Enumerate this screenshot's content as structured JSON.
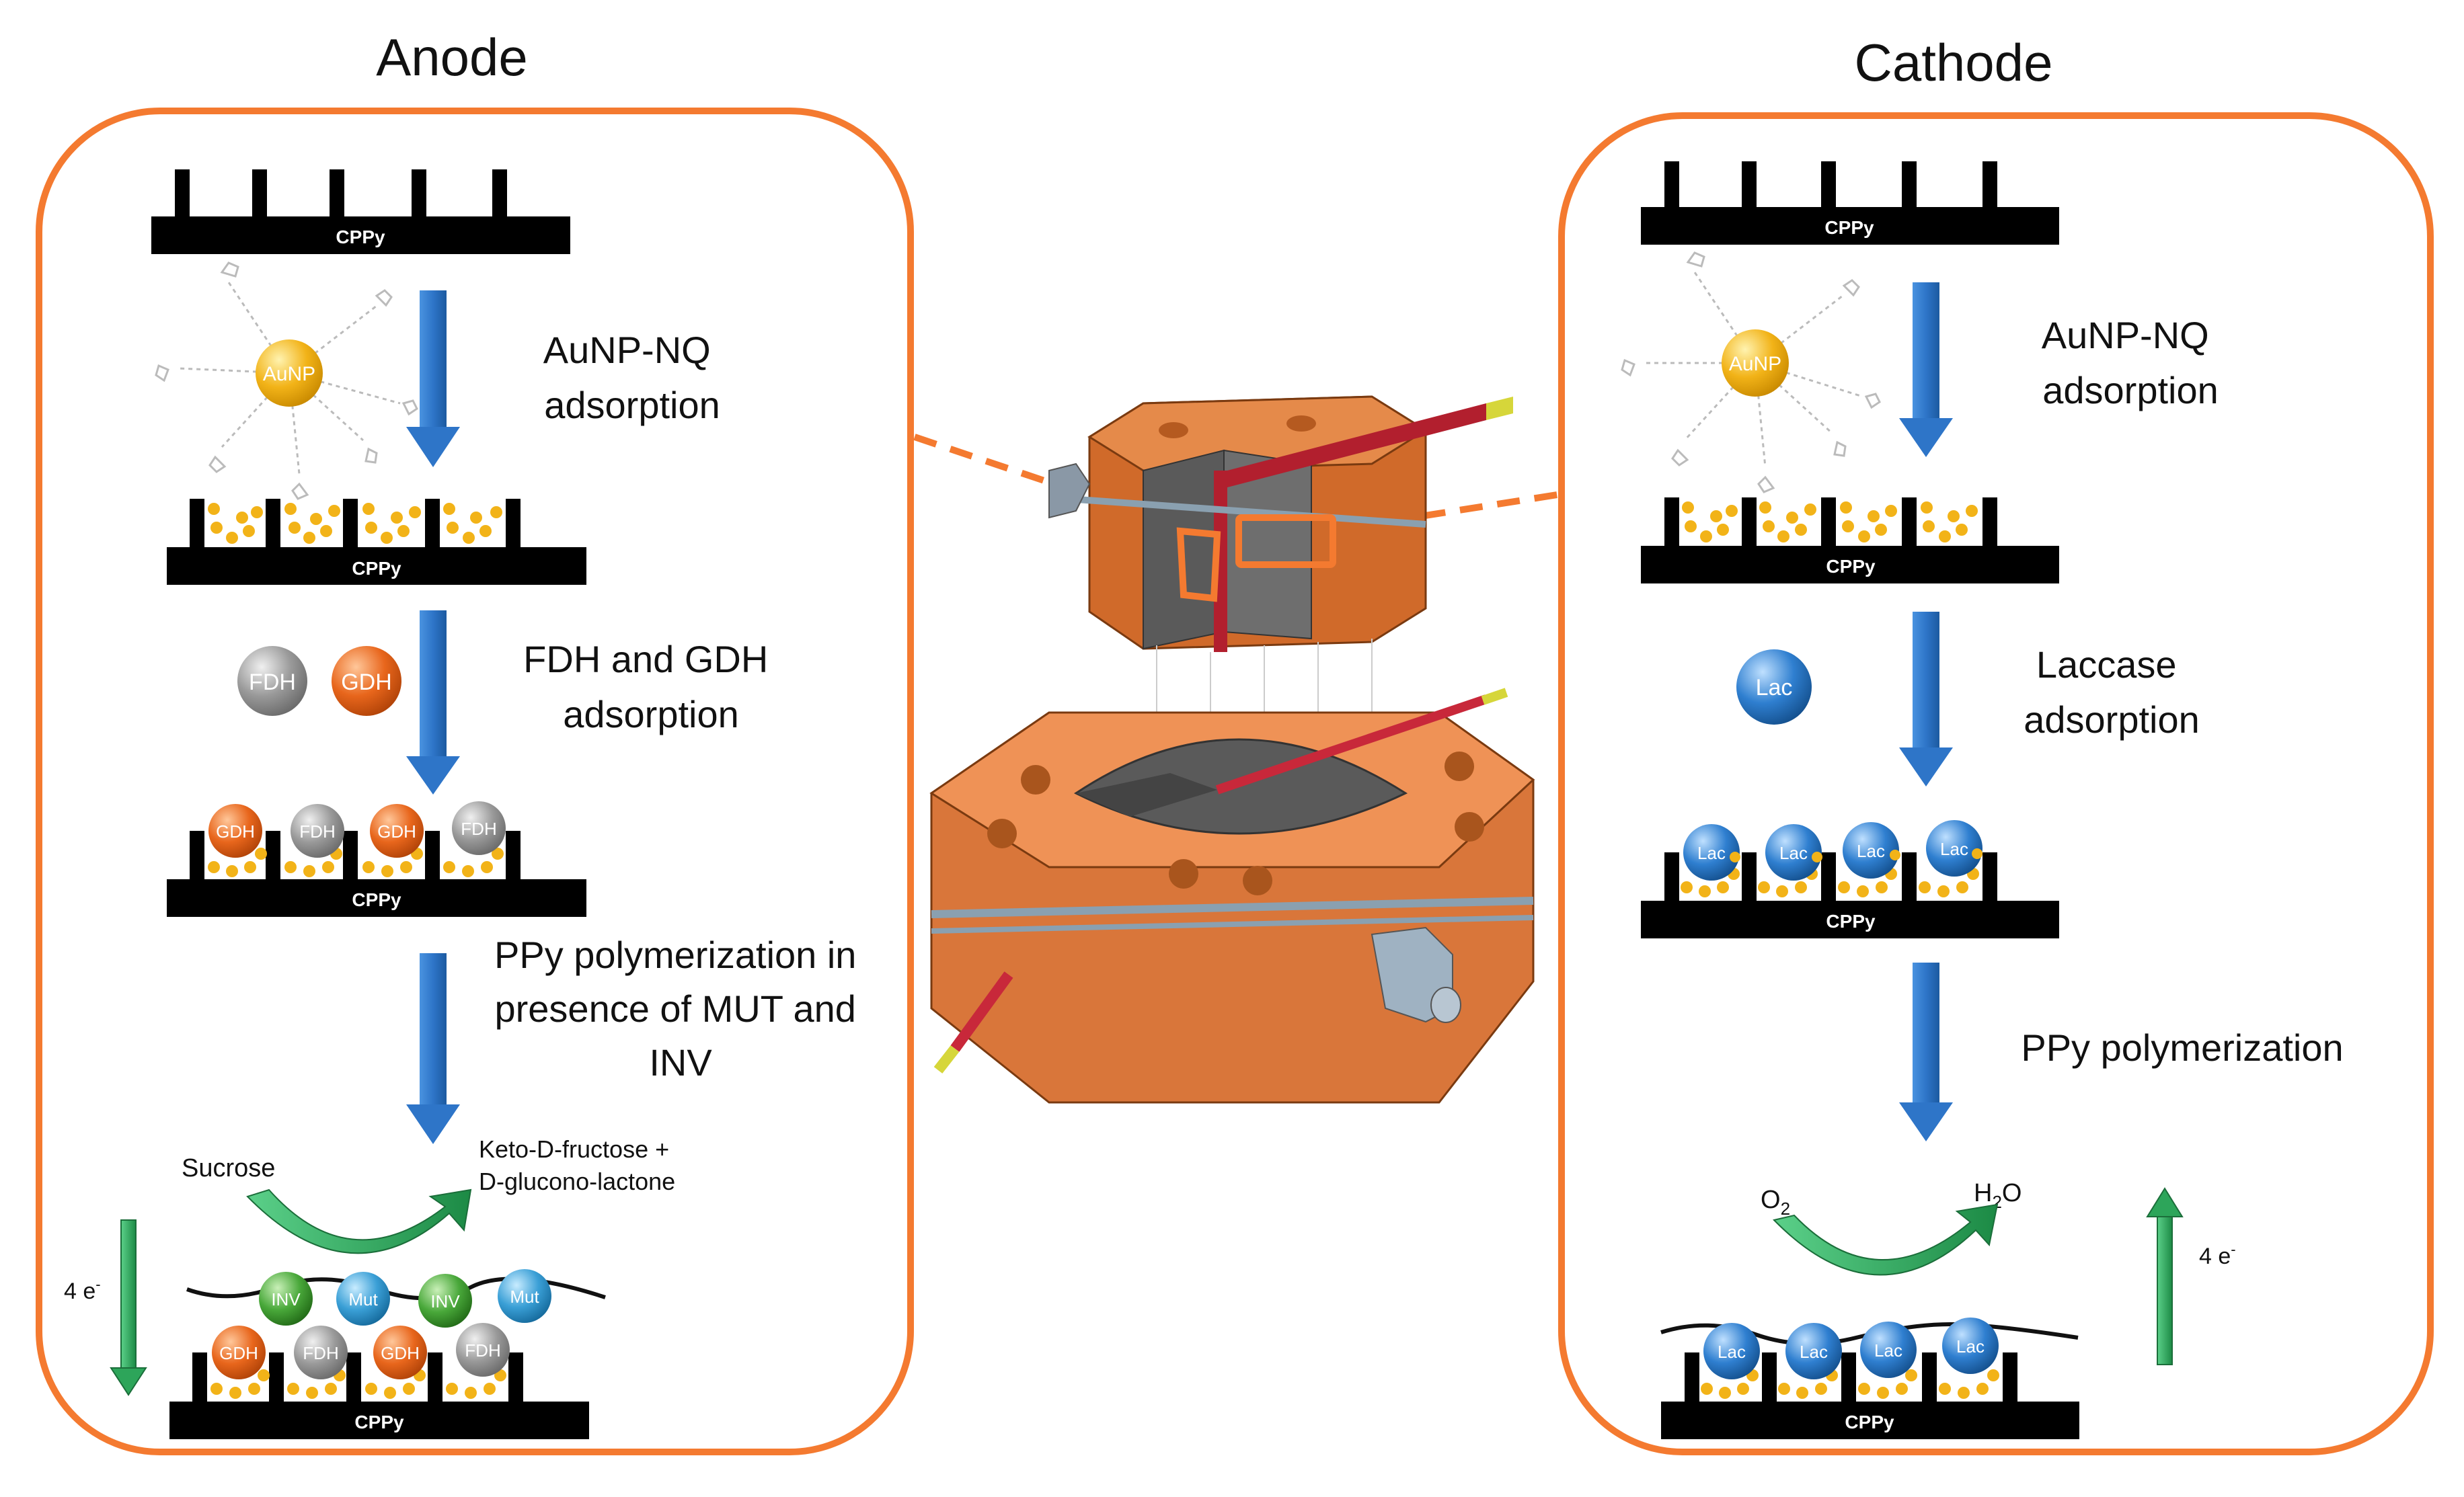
{
  "anode": {
    "title": "Anode",
    "electrode_label": "CPPy",
    "nanoparticle_label": "AuNP",
    "step1": [
      "AuNP-NQ",
      "adsorption"
    ],
    "enzyme_fdh": "FDH",
    "enzyme_gdh": "GDH",
    "step2": [
      "FDH and GDH",
      "adsorption"
    ],
    "step3": [
      "PPy polymerization in",
      "presence of MUT and",
      "INV"
    ],
    "substrate": "Sucrose",
    "products": [
      "Keto-D-fructose +",
      "D-glucono-lactone"
    ],
    "enzyme_inv": "INV",
    "enzyme_mut": "Mut",
    "electrons": "4 e",
    "electron_superscript": "-"
  },
  "cathode": {
    "title": "Cathode",
    "electrode_label": "CPPy",
    "nanoparticle_label": "AuNP",
    "step1": [
      "AuNP-NQ",
      "adsorption"
    ],
    "enzyme_lac": "Lac",
    "step2": [
      "Laccase",
      "adsorption"
    ],
    "step3": "PPy polymerization",
    "reactant": {
      "base": "O",
      "sub": "2"
    },
    "product": {
      "h": "H",
      "sub": "2",
      "o": "O"
    },
    "electrons": "4 e",
    "electron_superscript": "-"
  },
  "colors": {
    "frame": "#f47a30",
    "arrow_blue": "#2e75c8",
    "arrow_green": "#2da55a",
    "gold": "#f2b318",
    "gdh_orange": "#e8661c",
    "fdh_grey": "#9a9a9a",
    "lac_blue": "#2f7fd0",
    "inv_green": "#49a83a",
    "device_orange": "#e07a3a",
    "rod_red": "#c8283a"
  }
}
